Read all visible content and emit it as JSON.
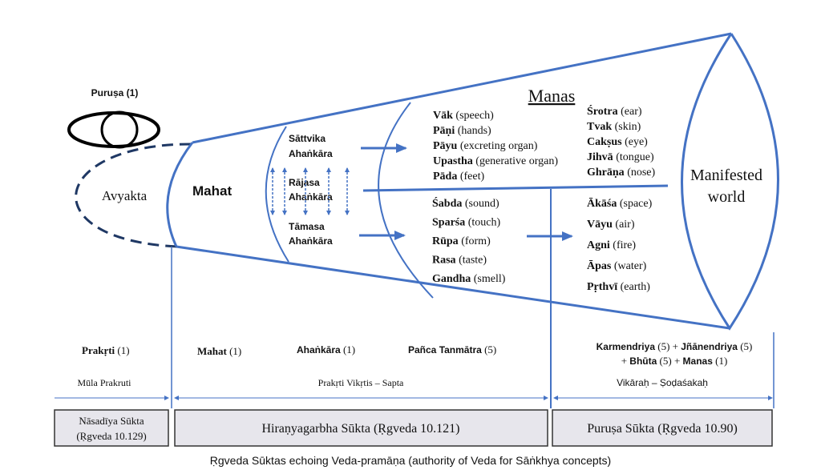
{
  "colors": {
    "line": "#4472c4",
    "eye": "#000000",
    "dash": "#1f3864",
    "box_fill": "#e7e6ec"
  },
  "diagram": {
    "purusa": "Puruṣa (1)",
    "avyakta": "Avyakta",
    "mahat": "Mahat",
    "manas": "Manas",
    "manifested": [
      "Manifested",
      "world"
    ],
    "ahankara": {
      "sattvika": [
        "Sāttvika",
        "Ahaṅkāra"
      ],
      "rajasa": [
        "Rājasa",
        "Ahaṅkāra"
      ],
      "tamasa": [
        "Tāmasa",
        "Ahaṅkāra"
      ]
    },
    "karmendriya": [
      {
        "name": "Vāk",
        "gloss": "(speech)"
      },
      {
        "name": "Pāṇi",
        "gloss": "(hands)"
      },
      {
        "name": "Pāyu",
        "gloss": "(excreting organ)"
      },
      {
        "name": "Upastha",
        "gloss": "(generative organ)"
      },
      {
        "name": "Pāda",
        "gloss": "(feet)"
      }
    ],
    "jnanendriya": [
      {
        "name": "Śrotra",
        "gloss": "(ear)"
      },
      {
        "name": "Tvak",
        "gloss": "(skin)"
      },
      {
        "name": "Cakṣus",
        "gloss": "(eye)"
      },
      {
        "name": "Jihvā",
        "gloss": "(tongue)"
      },
      {
        "name": "Ghrāṇa",
        "gloss": "(nose)"
      }
    ],
    "tanmatra": [
      {
        "name": "Śabda",
        "gloss": "(sound)"
      },
      {
        "name": "Sparśa",
        "gloss": "(touch)"
      },
      {
        "name": "Rūpa",
        "gloss": "(form)"
      },
      {
        "name": "Rasa",
        "gloss": "(taste)"
      },
      {
        "name": "Gandha",
        "gloss": "(smell)"
      }
    ],
    "bhuta": [
      {
        "name": "Ākāśa",
        "gloss": "(space)"
      },
      {
        "name": "Vāyu",
        "gloss": "(air)"
      },
      {
        "name": "Agni",
        "gloss": "(fire)"
      },
      {
        "name": "Āpas",
        "gloss": "(water)"
      },
      {
        "name": "Pṛthvī",
        "gloss": "(earth)"
      }
    ]
  },
  "counts": {
    "prakrti": {
      "name": "Prakṛti",
      "n": "(1)"
    },
    "mahat": {
      "name": "Mahat",
      "n": "(1)"
    },
    "ahankara": {
      "name": "Ahaṅkāra",
      "n": "(1)"
    },
    "panca": {
      "name": "Pañca Tanmātra",
      "n": "(5)"
    },
    "line1": {
      "a": "Karmendriya",
      "an": "(5) + ",
      "b": "Jñānendriya",
      "bn": "(5)"
    },
    "line2": {
      "p": "+ ",
      "a": "Bhūta",
      "an": "(5) + ",
      "b": "Manas",
      "bn": "(1)"
    }
  },
  "categories": {
    "mula": "Mūla Prakruti",
    "sapta": "Prakṛti Vikṛtis  – Sapta",
    "sodasaka": "Vikāraḥ – Ṣoḍaśakaḥ"
  },
  "boxes": {
    "nasadiya": [
      "Nāsadīya Sūkta",
      "(Ṛgveda 10.129)"
    ],
    "hiranya": "Hiraṇyagarbha Sūkta (Ṛgveda 10.121)",
    "purusa": "Puruṣa Sūkta (Ṛgveda 10.90)"
  },
  "caption": "Ṛgveda Sūktas echoing Veda-pramāṇa (authority of Veda for Sāṅkhya concepts)"
}
